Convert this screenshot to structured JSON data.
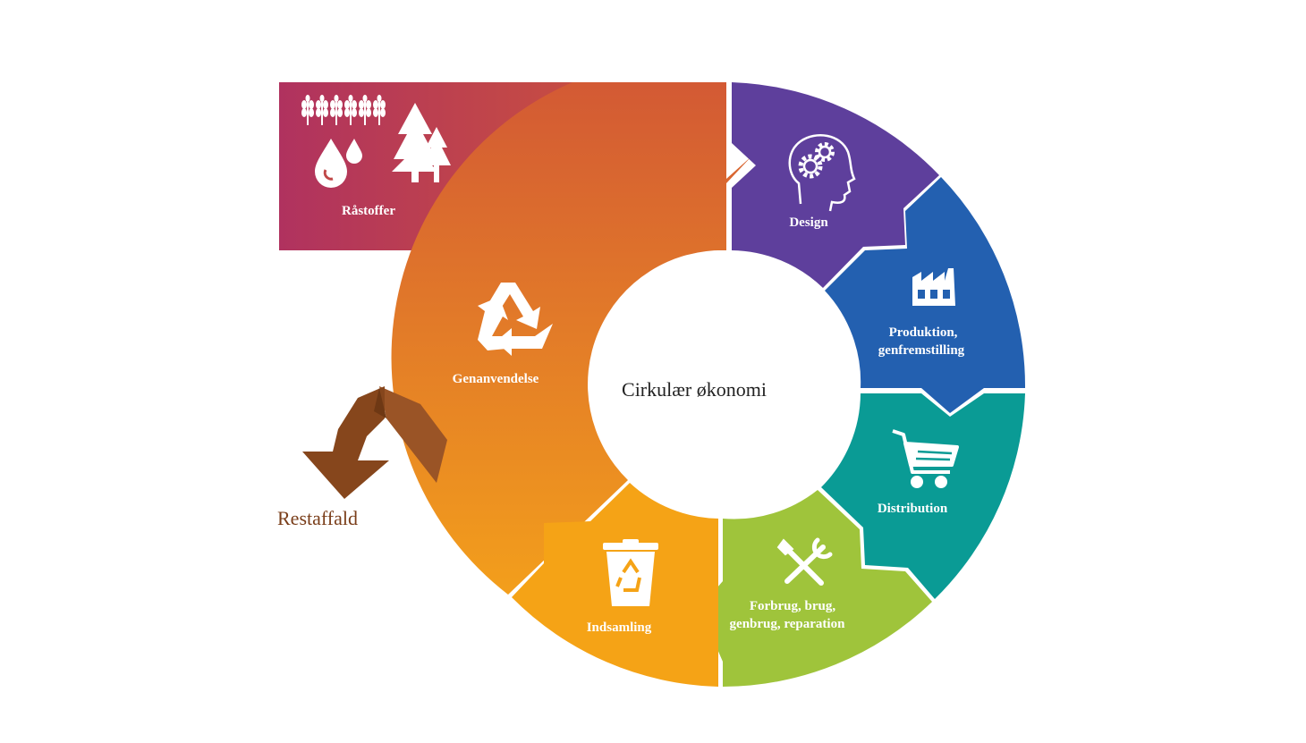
{
  "diagram": {
    "center_label": "Cirkulær økonomi",
    "raw_materials": {
      "label": "Råstoffer",
      "icons": [
        "wheat-icon",
        "water-drops-icon",
        "trees-icon"
      ]
    },
    "residual_waste": {
      "label": "Restaffald",
      "icon": "waste-arrow-icon"
    },
    "segments": [
      {
        "id": "design",
        "label_lines": [
          "Design"
        ],
        "icon": "head-gears-icon",
        "color": "#5e3f9c"
      },
      {
        "id": "production",
        "label_lines": [
          "Produktion,",
          "genfremstilling"
        ],
        "icon": "factory-icon",
        "color": "#2360b0"
      },
      {
        "id": "distribution",
        "label_lines": [
          "Distribution"
        ],
        "icon": "cart-icon",
        "color": "#0a9b95"
      },
      {
        "id": "consumption",
        "label_lines": [
          "Forbrug, brug,",
          "genbrug, reparation"
        ],
        "icon": "tools-icon",
        "color": "#9fc43b"
      },
      {
        "id": "collection",
        "label_lines": [
          "Indsamling"
        ],
        "icon": "recycle-bin-icon",
        "color": "#f5a316"
      },
      {
        "id": "recycling",
        "label_lines": [
          "Genanvendelse"
        ],
        "icon": "recycle-icon",
        "color": "#e8702a"
      }
    ],
    "colors": {
      "raw_gradient_start": "#b0325f",
      "raw_gradient_end": "#d25a33",
      "orange_top": "#d35a34",
      "orange_bottom": "#f5a31a",
      "waste_arrow": "#86461c",
      "waste_text": "#7a3e1a"
    }
  }
}
